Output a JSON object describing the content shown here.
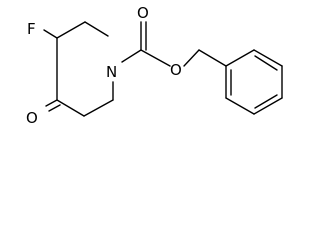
{
  "structure": {
    "atoms": {
      "fluorine": "F",
      "ketone_oxygen": "O",
      "nitrogen": "N",
      "carbonyl_oxygen": "O",
      "ester_oxygen": "O"
    },
    "colors": {
      "bond": "#000000",
      "label": "#000000",
      "background": "#ffffff"
    }
  }
}
